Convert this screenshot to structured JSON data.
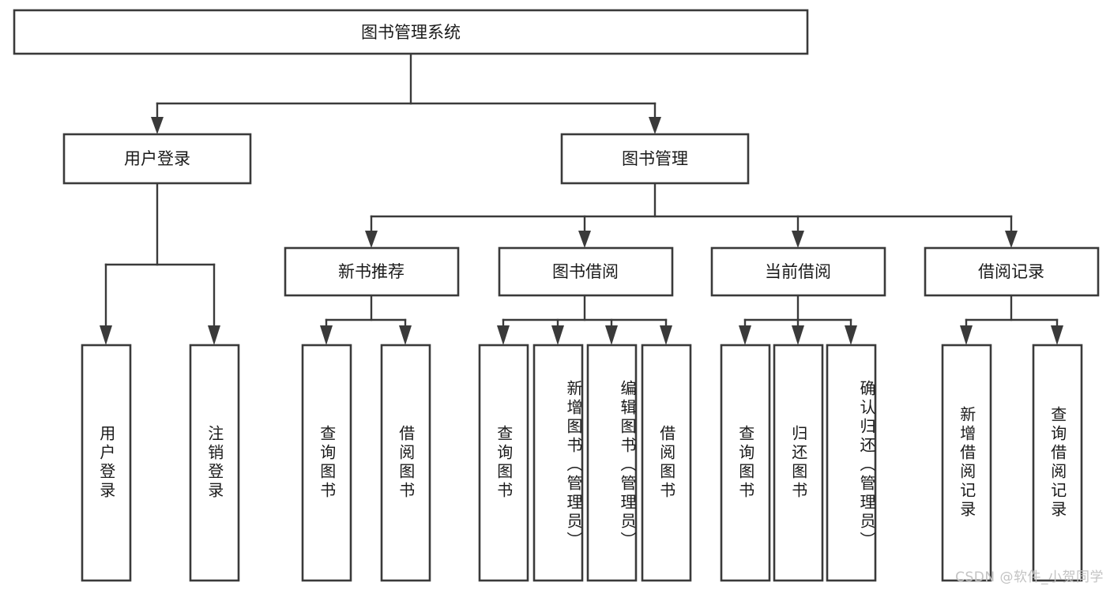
{
  "diagram": {
    "title": "图书管理系统",
    "type": "tree-hierarchy",
    "root": {
      "id": "root",
      "label": "图书管理系统",
      "orientation": "horizontal"
    },
    "level2": [
      {
        "id": "user-login",
        "label": "用户登录",
        "orientation": "horizontal"
      },
      {
        "id": "book-manage",
        "label": "图书管理",
        "orientation": "horizontal"
      }
    ],
    "level3": [
      {
        "id": "new-book-recommend",
        "label": "新书推荐",
        "orientation": "horizontal"
      },
      {
        "id": "book-borrow",
        "label": "图书借阅",
        "orientation": "horizontal"
      },
      {
        "id": "current-borrow",
        "label": "当前借阅",
        "orientation": "horizontal"
      },
      {
        "id": "borrow-record",
        "label": "借阅记录",
        "orientation": "horizontal"
      }
    ],
    "leaves": [
      {
        "id": "leaf-user-login",
        "label": "用户登录",
        "parent": "user-login",
        "orientation": "vertical"
      },
      {
        "id": "leaf-user-logout",
        "label": "注销登录",
        "parent": "user-login",
        "orientation": "vertical"
      },
      {
        "id": "leaf-query-book-1",
        "label": "查询图书",
        "parent": "new-book-recommend",
        "orientation": "vertical"
      },
      {
        "id": "leaf-borrow-book-1",
        "label": "借阅图书",
        "parent": "new-book-recommend",
        "orientation": "vertical"
      },
      {
        "id": "leaf-query-book-2",
        "label": "查询图书",
        "parent": "book-borrow",
        "orientation": "vertical"
      },
      {
        "id": "leaf-add-book",
        "label": "新增图书（管理员）",
        "parent": "book-borrow",
        "orientation": "vertical"
      },
      {
        "id": "leaf-edit-book",
        "label": "编辑图书（管理员）",
        "parent": "book-borrow",
        "orientation": "vertical"
      },
      {
        "id": "leaf-borrow-book-2",
        "label": "借阅图书",
        "parent": "book-borrow",
        "orientation": "vertical"
      },
      {
        "id": "leaf-query-book-3",
        "label": "查询图书",
        "parent": "current-borrow",
        "orientation": "vertical"
      },
      {
        "id": "leaf-return-book",
        "label": "归还图书",
        "parent": "current-borrow",
        "orientation": "vertical"
      },
      {
        "id": "leaf-confirm-return",
        "label": "确认归还（管理员）",
        "parent": "current-borrow",
        "orientation": "vertical"
      },
      {
        "id": "leaf-add-record",
        "label": "新增借阅记录",
        "parent": "borrow-record",
        "orientation": "vertical"
      },
      {
        "id": "leaf-query-record",
        "label": "查询借阅记录",
        "parent": "borrow-record",
        "orientation": "vertical"
      }
    ],
    "colors": {
      "box_stroke": "#3a3a3a",
      "box_fill": "#ffffff",
      "connector": "#3a3a3a",
      "text": "#1a1a1a",
      "background": "#ffffff",
      "watermark": "#c3c3c3"
    }
  },
  "watermark": {
    "text": "CSDN @软件_小贺同学"
  }
}
